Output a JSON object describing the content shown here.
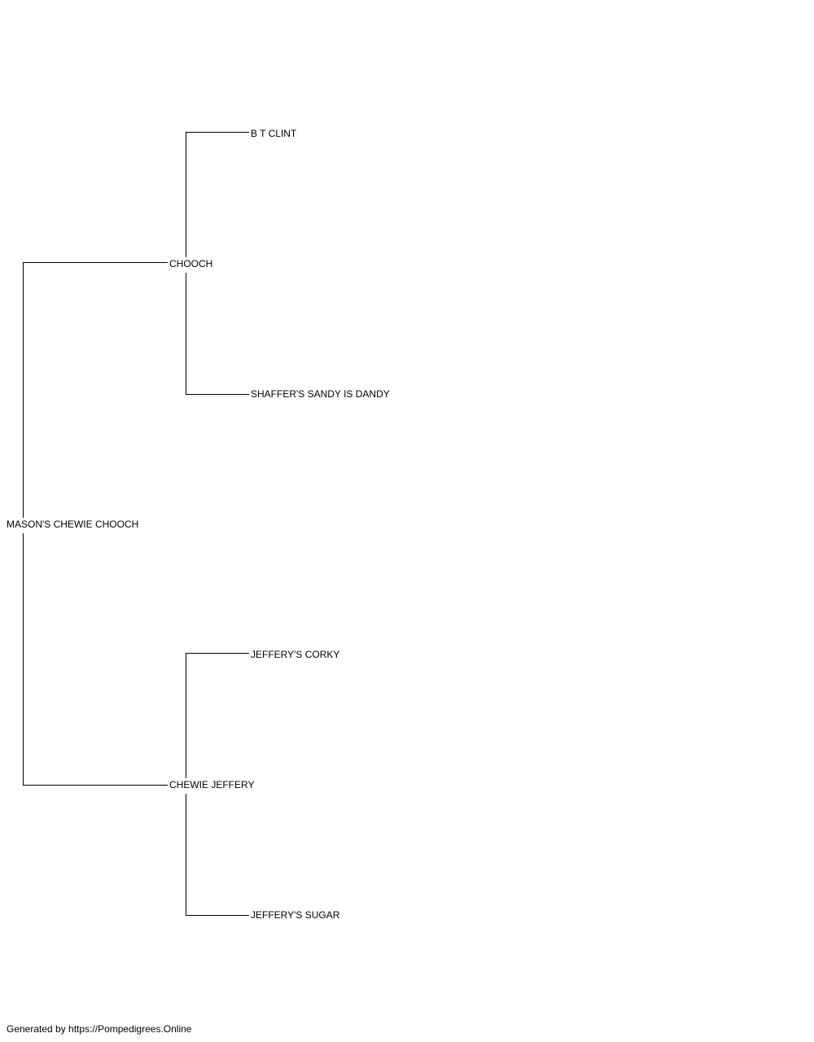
{
  "pedigree": {
    "subject": "MASON'S CHEWIE CHOOCH",
    "sire": {
      "name": "CHOOCH",
      "sire": "B T CLINT",
      "dam": "SHAFFER'S SANDY IS DANDY"
    },
    "dam": {
      "name": "CHEWIE JEFFERY",
      "sire": "JEFFERY'S CORKY",
      "dam": "JEFFERY'S SUGAR"
    }
  },
  "footer": {
    "text": "Generated by https://Pompedigrees.Online"
  }
}
